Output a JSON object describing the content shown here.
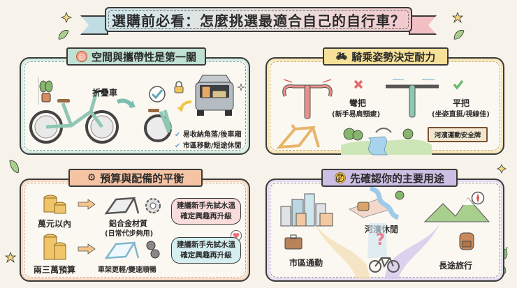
{
  "title": "選購前必看：怎麼挑選最適合自己的自行車？",
  "sections": {
    "portability": {
      "heading": "空間與攜帶性是第一關",
      "icon": "target-icon",
      "accent": "#bfe0d2",
      "folding_label": "折疊車",
      "benefits": [
        "易收納角落/後車廂",
        "市區移動/短途休閒"
      ]
    },
    "posture": {
      "heading": "騎乘姿勢決定耐力",
      "icon": "bicycle-icon",
      "accent": "#f7e09a",
      "drop_bar": {
        "label": "彎把",
        "note": "(新手易肩頸痠)",
        "verdict": "cross"
      },
      "flat_bar": {
        "label": "平把",
        "note": "(坐姿直挺/視線佳)",
        "verdict": "check"
      },
      "sign": "河濱運動安全牌"
    },
    "budget": {
      "heading": "預算與配備的平衡",
      "icon": "gear-icon",
      "accent": "#f5c4a4",
      "tiers": [
        {
          "budget": "萬元以內",
          "spec": "鋁合金材質",
          "spec_note": "(日常代步夠用)",
          "advice_line1": "建議新手先試水溫",
          "advice_line2": "確定興趣再升級"
        },
        {
          "budget": "兩三萬預算",
          "spec": "車架更輕/變速順暢",
          "spec_note": "",
          "advice_line1": "建議新手先試水溫",
          "advice_line2": "確定興趣再升級"
        }
      ]
    },
    "usage": {
      "heading": "先確認你的主要用途",
      "icon": "thinking-face-icon",
      "accent": "#cdbfe4",
      "options": [
        "市區通勤",
        "河濱休閒",
        "長途旅行"
      ],
      "center_symbol": "?"
    }
  }
}
